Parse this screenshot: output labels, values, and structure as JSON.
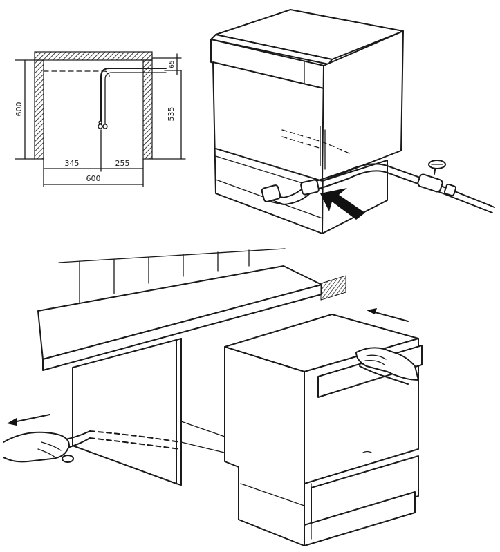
{
  "dimensions": {
    "cabinet_height": "600",
    "top_offset": "65",
    "pipe_height": "535",
    "left_width": "345",
    "right_width": "255",
    "total_width": "600"
  },
  "colors": {
    "ink": "#1a1a1a",
    "hatch": "#3a3a3a",
    "background": "#ffffff"
  },
  "icons": {
    "inlet_arrow": "arrow-pointer-icon",
    "tap": "water-tap-icon",
    "push_direction": "arrow-left-icon",
    "pull_direction": "arrow-left-icon"
  }
}
